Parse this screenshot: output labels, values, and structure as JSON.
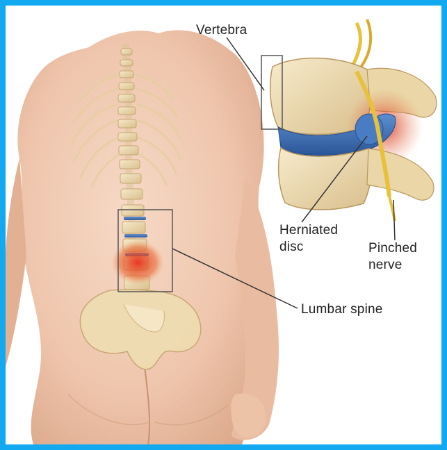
{
  "labels": {
    "vertebra": "Vertebra",
    "herniated_disc": "Herniated disc",
    "pinched_nerve": "Pinched nerve",
    "lumbar_spine": "Lumbar spine"
  },
  "colors": {
    "frame": "#13a9f0",
    "background": "#ffffff",
    "skin": "#efc6ad",
    "bone": "#efdcb1",
    "disc": "#3f6fb5",
    "inflammation": "#d9432b",
    "nerve": "#e8c13a"
  }
}
